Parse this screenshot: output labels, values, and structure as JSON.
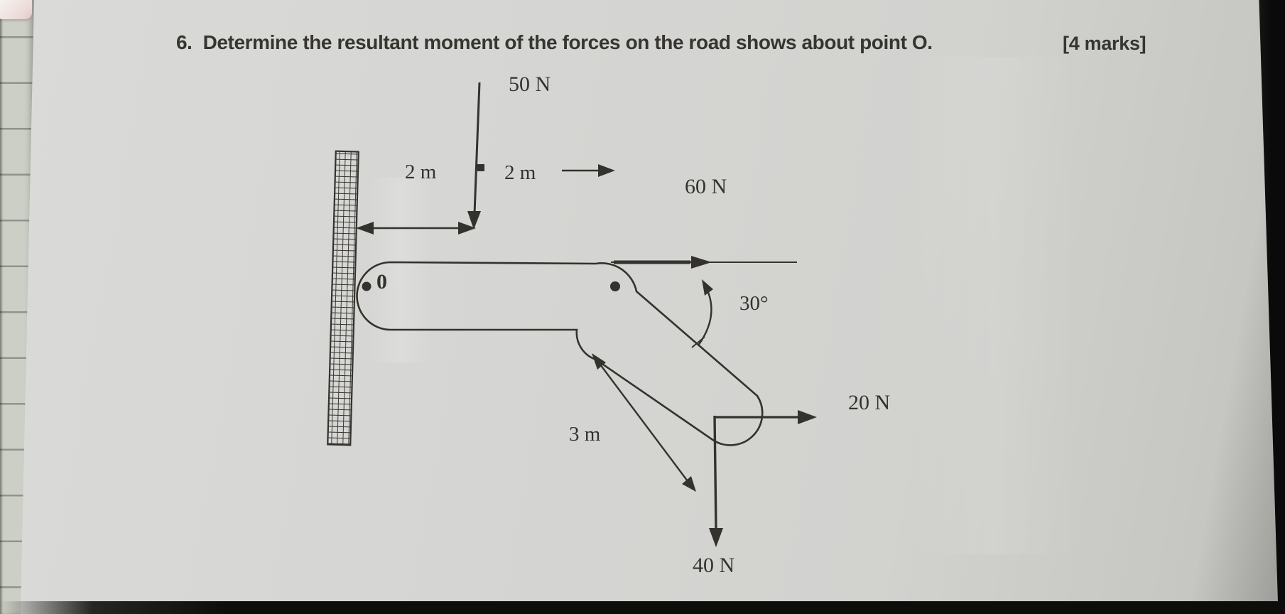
{
  "document": {
    "question": {
      "number": "6.",
      "text": "Determine the resultant moment of the forces on the road shows about point O.",
      "marks": "[4 marks]"
    },
    "diagram": {
      "labels": {
        "force_top": "50 N",
        "dim_left": "2 m",
        "dim_mid": "2 m",
        "force_upper_right": "60 N",
        "point_o": "0",
        "angle": "30°",
        "dim_rod": "3 m",
        "force_right": "20 N",
        "force_bottom": "40 N"
      },
      "ink_color": "#34322c",
      "paper_color": "#d4d4d2"
    }
  }
}
